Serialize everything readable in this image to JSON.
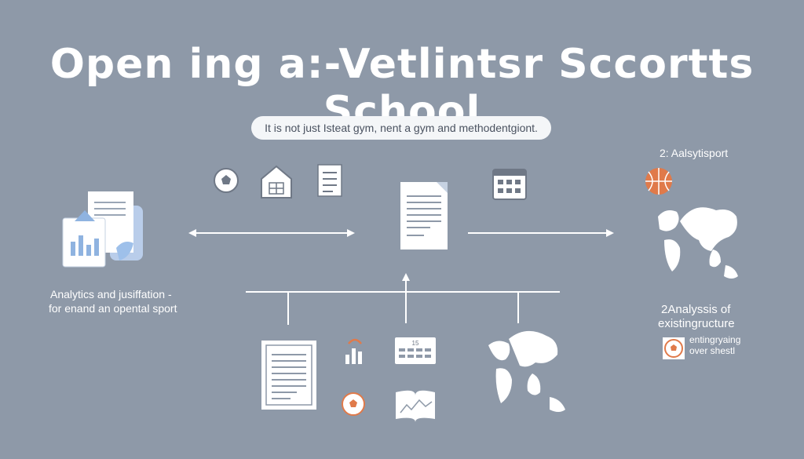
{
  "title": "Open ing a:-Vetlintsr Sccortts School",
  "subtitle": "It is not just Isteat gym, nent a gym and methodentgiont.",
  "left_label": {
    "line1": "Analytics and jusiffation  -",
    "line2": "for enand an opental sport"
  },
  "right_top_label": "2: Aalsytisport",
  "right_mid_label": {
    "line1": "2Analyssis of",
    "line2": "existingructure"
  },
  "right_bottom_label": {
    "line1": "entingryaing",
    "line2": "over shestl"
  },
  "calendar_number": "15",
  "colors": {
    "background": "#8e99a8",
    "accent_orange": "#e07a4a",
    "icon_white": "#ffffff",
    "accent_blue": "#8fb3e0"
  }
}
